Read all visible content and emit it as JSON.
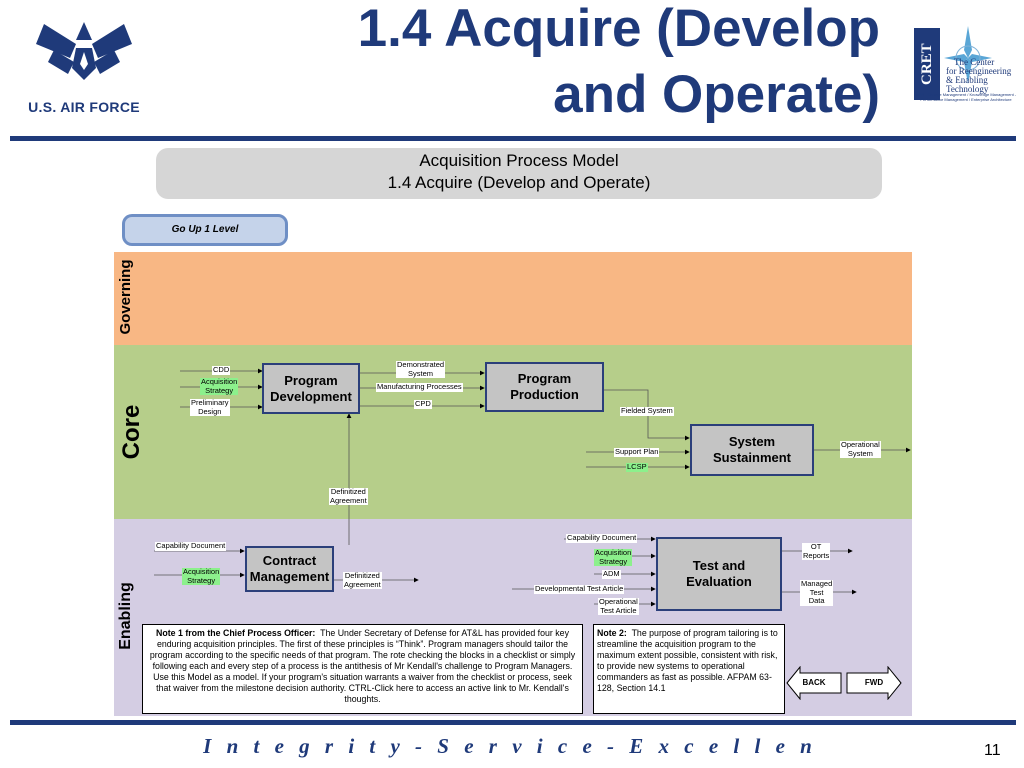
{
  "header": {
    "title_line1": "1.4 Acquire (Develop",
    "title_line2": "and Operate)",
    "af_text": "U.S. AIR FORCE",
    "cret": {
      "box": "CRET",
      "lines": [
        "The Center",
        "for Reengineering",
        "& Enabling",
        "Technology"
      ],
      "small": "BPR - Change Management / Knowledge Management - Performance Management / Enterprise Architecture"
    }
  },
  "model_title": {
    "line1": "Acquisition Process Model",
    "line2": "1.4 Acquire (Develop and Operate)"
  },
  "go_up_label": "Go Up 1 Level",
  "bands": {
    "governing": "Governing",
    "core": "Core",
    "enabling": "Enabling"
  },
  "boxes": {
    "program_development": [
      "Program",
      "Development"
    ],
    "program_production": [
      "Program",
      "Production"
    ],
    "system_sustainment": [
      "System",
      "Sustainment"
    ],
    "contract_management": [
      "Contract",
      "Management"
    ],
    "test_evaluation": [
      "Test and",
      "Evaluation"
    ]
  },
  "labels": {
    "cdd": "CDD",
    "acq_strategy_1": [
      "Acquisition",
      "Strategy"
    ],
    "preliminary_design": [
      "Preliminary",
      "Design"
    ],
    "demonstrated_system": [
      "Demonstrated",
      "System"
    ],
    "manufacturing_processes": "Manufacturing Processes",
    "cpd": "CPD",
    "fielded_system": "Fielded System",
    "support_plan": "Support Plan",
    "lcsp": "LCSP",
    "operational_system": [
      "Operational",
      "System"
    ],
    "definitized_agreement_core": [
      "Definitized",
      "Agreement"
    ],
    "capability_document_left": "Capability Document",
    "acq_strategy_2": [
      "Acquisition",
      "Strategy"
    ],
    "definitized_agreement_en": [
      "Definitized",
      "Agreement"
    ],
    "capability_document_right": "Capability Document",
    "acq_strategy_3": [
      "Acquisition",
      "Strategy"
    ],
    "adm": "ADM",
    "dev_test_article": "Developmental Test Article",
    "op_test_article": [
      "Operational",
      "Test Article"
    ],
    "ot_reports": [
      "OT",
      "Reports"
    ],
    "managed_test_data": [
      "Managed",
      "Test",
      "Data"
    ]
  },
  "notes": {
    "note1_title": "Note 1 from the Chief Process Officer:",
    "note1_body": "The Under Secretary of Defense for AT&L has provided four key enduring acquisition principles.  The first of these principles is “Think”.  Program managers should tailor the program according to the specific needs of that program.  The rote checking the blocks in a checklist or simply following each and every step of a process is the antithesis of Mr Kendall's challenge to Program Managers.  Use this Model as a model.  If your program's situation warrants a waiver from the checklist or process, seek that waiver from the milestone decision authority.  CTRL-Click here to access an active link to Mr. Kendall's thoughts.",
    "note2_title": "Note 2:",
    "note2_body": "The purpose of program tailoring is to streamline the acquisition program to the maximum extent possible, consistent with risk, to provide new systems to operational commanders as fast as possible. AFPAM 63-128, Section 14.1"
  },
  "nav": {
    "back": "BACK",
    "fwd": "FWD"
  },
  "footer": {
    "motto": "I n t e g r i t y  -  S e r v i c e  -  E x c e l l e n c e",
    "page": "11"
  },
  "colors": {
    "brand_blue": "#1f3a7a",
    "governing": "#f8b784",
    "core": "#b6ce8a",
    "enabling": "#d4cde3",
    "highlight_green": "#8cf08c"
  }
}
